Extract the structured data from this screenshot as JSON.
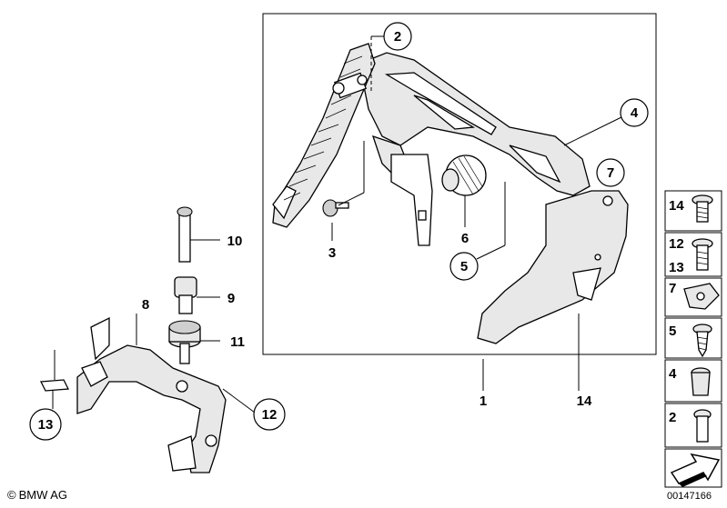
{
  "callouts": {
    "c1": "1",
    "c2": "2",
    "c3": "3",
    "c4": "4",
    "c5": "5",
    "c6": "6",
    "c7": "7",
    "c8": "8",
    "c9": "9",
    "c10": "10",
    "c11": "11",
    "c12": "12",
    "c13": "13",
    "c14": "14"
  },
  "side_panel": {
    "p14": "14",
    "p12": "12",
    "p13": "13",
    "p7": "7",
    "p5": "5",
    "p4": "4",
    "p2": "2"
  },
  "copyright": "BMW AG",
  "document_number": "00147166"
}
